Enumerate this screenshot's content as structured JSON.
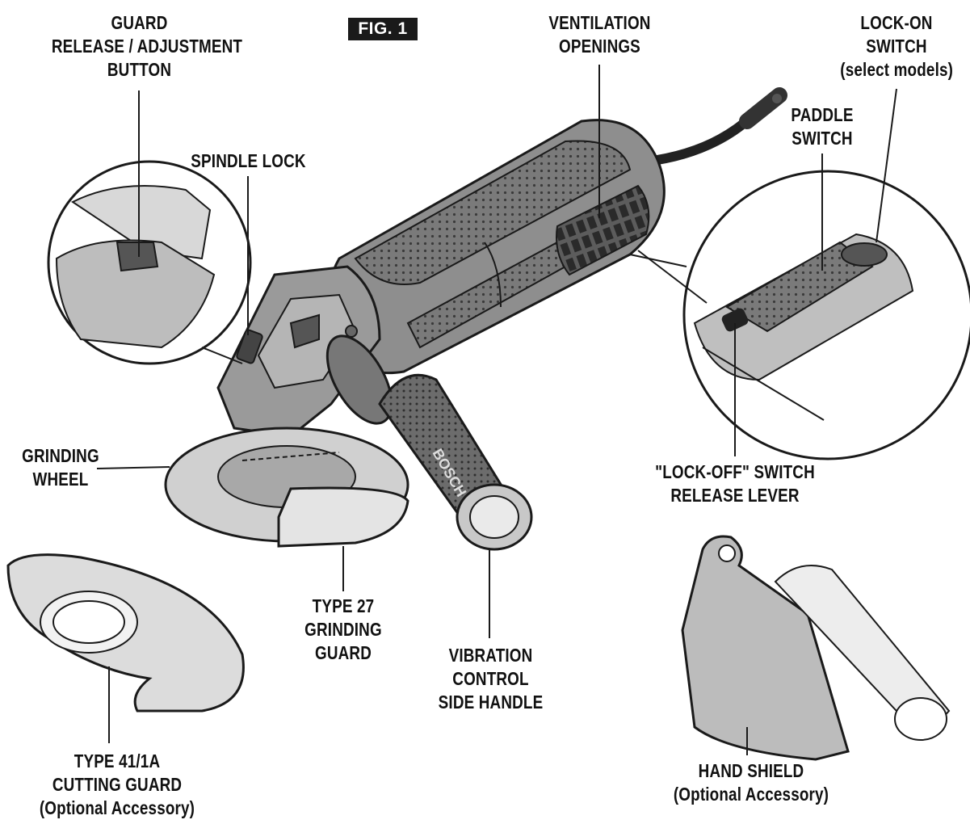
{
  "figure": {
    "tag": "FIG. 1"
  },
  "labels": {
    "guard_release": [
      "GUARD",
      "RELEASE / ADJUSTMENT",
      "BUTTON"
    ],
    "spindle_lock": [
      "SPINDLE LOCK"
    ],
    "ventilation": [
      "VENTILATION",
      "OPENINGS"
    ],
    "lock_on": [
      "LOCK-ON",
      "SWITCH",
      "(select models)"
    ],
    "paddle_switch": [
      "PADDLE",
      "SWITCH"
    ],
    "grinding_wheel": [
      "GRINDING",
      "WHEEL"
    ],
    "lock_off": [
      "\"LOCK-OFF\" SWITCH",
      "RELEASE LEVER"
    ],
    "type27": [
      "TYPE 27",
      "GRINDING",
      "GUARD"
    ],
    "vibration_handle": [
      "VIBRATION",
      "CONTROL",
      "SIDE HANDLE"
    ],
    "type41": [
      "TYPE 41/1A",
      "CUTTING GUARD",
      "(Optional Accessory)"
    ],
    "hand_shield": [
      "HAND SHIELD",
      "(Optional Accessory)"
    ]
  },
  "handle_brand": "BOSCH",
  "colors": {
    "ink": "#1a1a1a",
    "body": "#8c8c8c",
    "body_dark": "#5a5a5a",
    "light": "#d4d4d4"
  }
}
